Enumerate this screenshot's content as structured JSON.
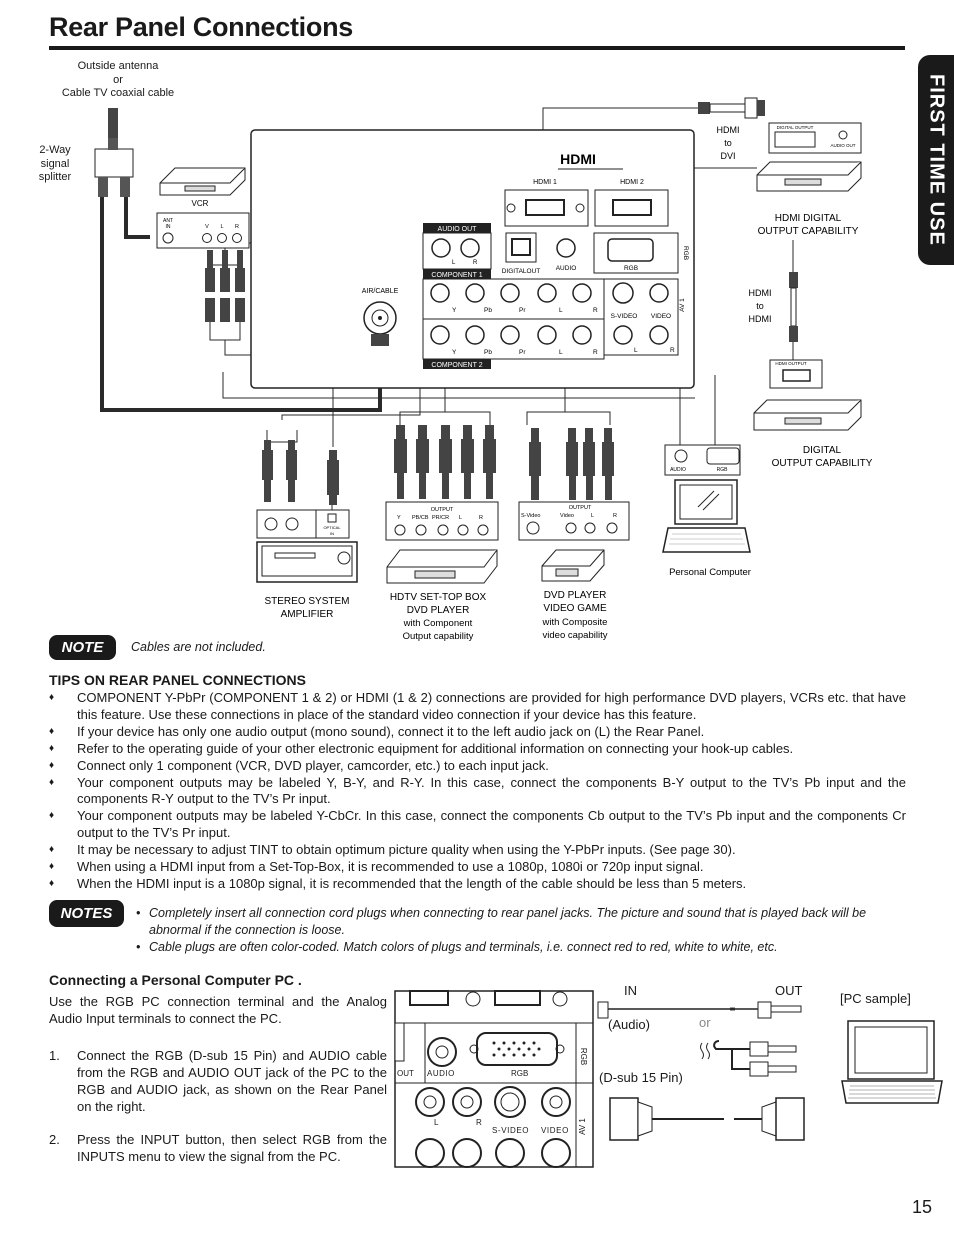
{
  "page_title": "Rear Panel Connections",
  "side_tab": "FIRST TIME USE",
  "diagram": {
    "antenna": "Outside antenna\nor\nCable TV coaxial cable",
    "splitter": "2-Way\nsignal\nsplitter",
    "vcr": "VCR",
    "vcr_jacks": [
      "ANT\nIN",
      "V",
      "L",
      "R"
    ],
    "hdmi_logo": "HDMI",
    "hdmi1": "HDMI 1",
    "hdmi2": "HDMI 2",
    "audio_out": "AUDIO OUT",
    "digital_out": "DIGITALOUT",
    "audio": "AUDIO",
    "rgb": "RGB",
    "component1": "COMPONENT 1",
    "component2": "COMPONENT 2",
    "air_cable": "AIR/CABLE",
    "comp_labels": [
      "Y",
      "Pb",
      "Pr",
      "L",
      "R"
    ],
    "svideo": "S-VIDEO",
    "video": "VIDEO",
    "av1": "AV 1",
    "lr": [
      "L",
      "R"
    ],
    "hdmi_to_dvi": "HDMI\nto\nDVI",
    "digital_output": "DIGITAL OUTPUT",
    "audio_out_small": "AUDIO OUT",
    "hdmi_digital_cap": "HDMI DIGITAL\nOUTPUT CAPABILITY",
    "hdmi_to_hdmi": "HDMI\nto\nHDMI",
    "hdmi_output": "HDMI OUTPUT",
    "digital_output_cap": "DIGITAL\nOUTPUT CAPABILITY",
    "pc_audio": "AUDIO",
    "pc_rgb": "RGB",
    "personal_computer": "Personal Computer",
    "optical_in": "OPTICAL\nIN",
    "stereo": "STEREO SYSTEM\nAMPLIFIER",
    "hdtv_box": "HDTV SET-TOP BOX\nDVD PLAYER",
    "hdtv_sub": "with Component\nOutput capability",
    "output": "OUTPUT",
    "comp_out_labels": [
      "Y",
      "PB/CB",
      "PR/CR",
      "L",
      "R"
    ],
    "dvd_box": "DVD PLAYER\nVIDEO GAME",
    "dvd_sub": "with Composite\nvideo capability",
    "dvd_out_labels": [
      "S-Video",
      "Video",
      "L",
      "R"
    ]
  },
  "note_label": "NOTE",
  "note_text": "Cables are not included.",
  "tips_heading": "TIPS ON REAR PANEL CONNECTIONS",
  "bullet_symbol": "♦",
  "tips": [
    "COMPONENT Y-PbPr (COMPONENT 1 & 2) or HDMI (1 & 2) connections are provided for high performance DVD players, VCRs etc. that have this feature. Use these connections in place of the standard video connection if your device has this feature.",
    "If your device has only one audio output (mono sound), connect it to the left audio jack on (L) the Rear Panel.",
    "Refer to the operating guide of your other electronic equipment for additional information on connecting your hook-up cables.",
    "Connect only 1 component (VCR, DVD player, camcorder, etc.) to each input jack.",
    "Your component outputs may be labeled Y, B-Y, and R-Y. In this case, connect the components B-Y output to the TV’s Pb input and the components R-Y output to the TV’s Pr input.",
    "Your component outputs may be labeled Y-CbCr. In this case, connect the components Cb output to the TV’s Pb input and the components Cr output to the TV’s Pr input.",
    "It may be necessary to adjust TINT to obtain optimum picture quality when using the Y-PbPr inputs. (See page 30).",
    "When using a HDMI input from a Set-Top-Box, it is recommended to use a 1080p, 1080i or 720p input signal.",
    "When the HDMI input is a 1080p signal, it is recommended that the length of the cable should be less than 5 meters."
  ],
  "notes_label": "NOTES",
  "notes_bullet": "•",
  "notes": [
    "Completely insert all connection cord plugs when connecting to rear panel jacks. The picture and sound that is played back will be abnormal if the connection is loose.",
    "Cable plugs are often color-coded. Match colors of plugs and terminals, i.e. connect red to red, white to white, etc."
  ],
  "pc_heading": "Connecting a Personal Computer PC .",
  "pc_intro": "Use the RGB PC connection terminal and the Analog Audio Input terminals to connect the PC.",
  "pc_steps": [
    {
      "num": "1.",
      "text": "Connect the RGB (D-sub 15 Pin) and AUDIO cable from the RGB and AUDIO OUT jack of the PC to the RGB and AUDIO jack, as shown on the Rear Panel on the right."
    },
    {
      "num": "2.",
      "text": "Press the INPUT button, then select RGB from the INPUTS menu to view the signal from the PC."
    }
  ],
  "pc_diagram": {
    "out": "OUT",
    "audio": "AUDIO",
    "rgb": "RGB",
    "rgb_side": "RGB",
    "l": "L",
    "r": "R",
    "svideo": "S-VIDEO",
    "video": "VIDEO",
    "av1": "AV 1",
    "in": "IN",
    "out_label": "OUT",
    "audio_label": "(Audio)",
    "or": "or",
    "dsub": "(D-sub 15 Pin)",
    "pc_sample": "[PC sample]"
  },
  "page_number": "15"
}
